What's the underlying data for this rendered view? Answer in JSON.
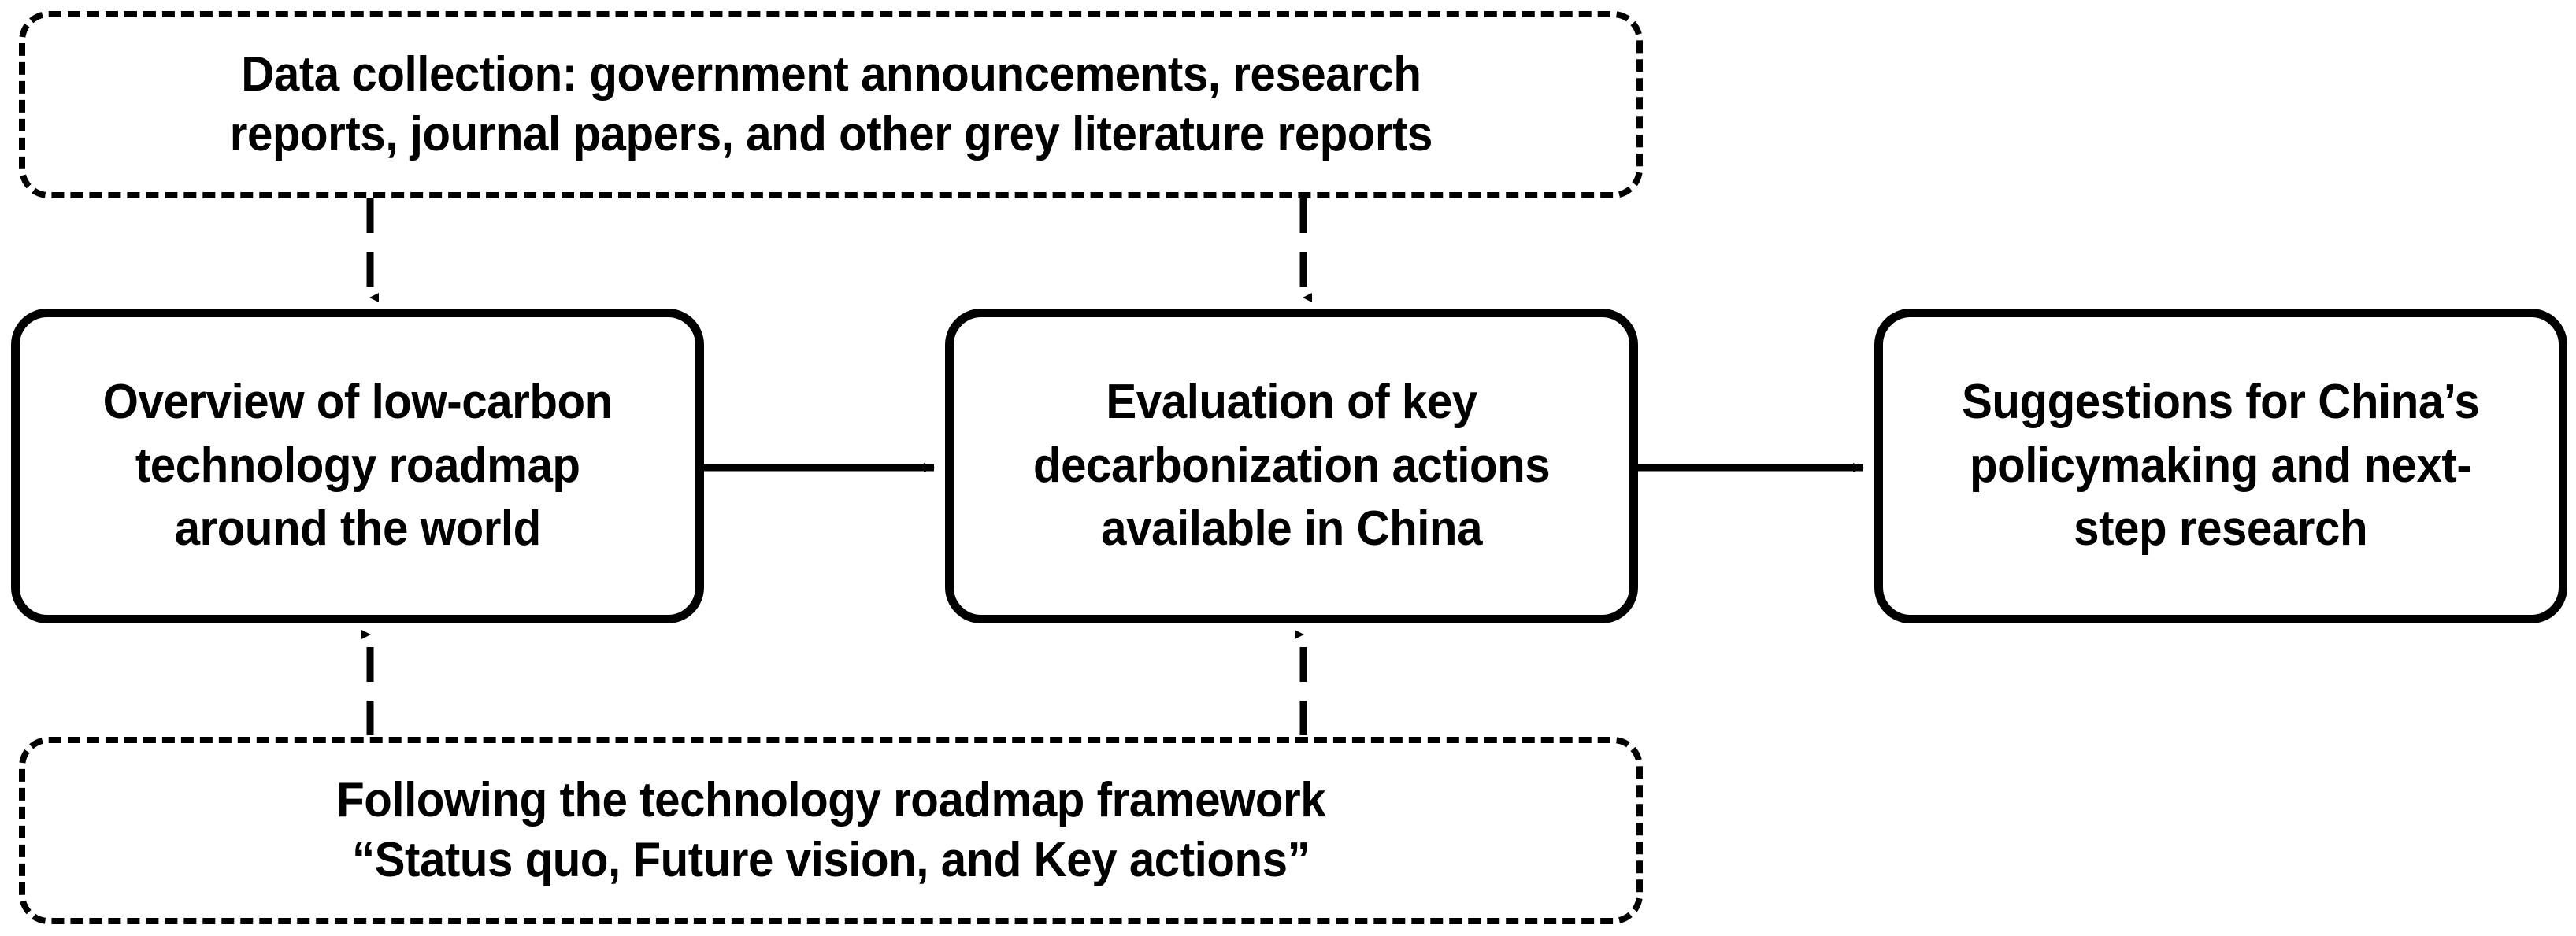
{
  "diagram": {
    "title": "Research framework flow diagram",
    "colors": {
      "stroke": "#000000",
      "text": "#000000",
      "background": "#ffffff"
    },
    "nodes": {
      "data_collection": {
        "style": "dashed",
        "line1": "Data collection: government announcements, research",
        "line2": "reports, journal papers, and other grey literature reports",
        "text": "Data collection: government announcements, research reports, journal papers, and other grey literature reports"
      },
      "overview": {
        "style": "solid",
        "line1": "Overview of low-carbon",
        "line2": "technology roadmap",
        "line3": "around the world",
        "text": "Overview of low-carbon technology roadmap around the world"
      },
      "evaluation": {
        "style": "solid",
        "line1": "Evaluation of key",
        "line2": "decarbonization actions",
        "line3": "available in China",
        "text": "Evaluation of key decarbonization actions available in China"
      },
      "suggestions": {
        "style": "solid",
        "line1": "Suggestions for China’s",
        "line2": "policymaking and next-",
        "line3": "step research",
        "text": "Suggestions for China’s policymaking and next-step research"
      },
      "framework": {
        "style": "dashed",
        "line1": "Following the technology roadmap framework",
        "line2": "“Status quo, Future vision, and Key actions”",
        "text": "Following the technology roadmap framework “Status quo, Future vision, and Key actions”"
      }
    },
    "connectors": [
      {
        "id": "data-collection-to-overview",
        "from": "data_collection",
        "to": "overview",
        "style": "dashed",
        "direction": "down",
        "arrowhead": true
      },
      {
        "id": "data-collection-to-evaluation",
        "from": "data_collection",
        "to": "evaluation",
        "style": "dashed",
        "direction": "down",
        "arrowhead": true
      },
      {
        "id": "overview-to-evaluation",
        "from": "overview",
        "to": "evaluation",
        "style": "solid",
        "direction": "right",
        "arrowhead": true
      },
      {
        "id": "evaluation-to-suggestions",
        "from": "evaluation",
        "to": "suggestions",
        "style": "solid",
        "direction": "right",
        "arrowhead": true
      },
      {
        "id": "framework-to-overview",
        "from": "framework",
        "to": "overview",
        "style": "dashed",
        "direction": "up",
        "arrowhead": true
      },
      {
        "id": "framework-to-evaluation",
        "from": "framework",
        "to": "evaluation",
        "style": "dashed",
        "direction": "up",
        "arrowhead": true
      }
    ]
  }
}
